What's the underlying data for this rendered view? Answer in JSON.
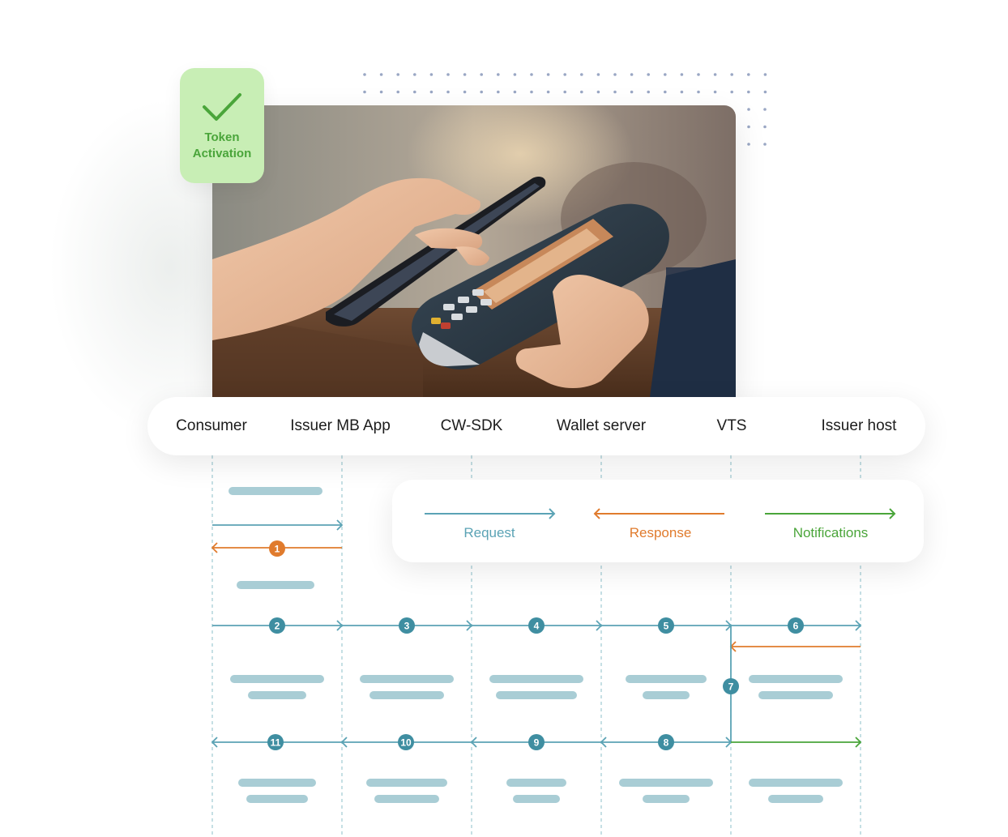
{
  "badge": {
    "line1": "Token",
    "line2": "Activation",
    "color": "#4aa53a",
    "bg": "#c8eeb5"
  },
  "lanes": [
    "Consumer",
    "Issuer MB App",
    "CW-SDK",
    "Wallet server",
    "VTS",
    "Issuer host"
  ],
  "legend": {
    "request": "Request",
    "response": "Response",
    "notifications": "Notifications"
  },
  "colors": {
    "request": "#5ba3b5",
    "response": "#e07b2d",
    "notification": "#4aa53a",
    "step_badge": "#3f8ea1",
    "placeholder": "#a9cdd5"
  },
  "steps": [
    {
      "n": "1",
      "type": "response"
    },
    {
      "n": "2",
      "type": "request"
    },
    {
      "n": "3",
      "type": "request"
    },
    {
      "n": "4",
      "type": "request"
    },
    {
      "n": "5",
      "type": "request"
    },
    {
      "n": "6",
      "type": "request"
    },
    {
      "n": "7",
      "type": "request"
    },
    {
      "n": "8",
      "type": "request"
    },
    {
      "n": "9",
      "type": "request"
    },
    {
      "n": "10",
      "type": "request"
    },
    {
      "n": "11",
      "type": "request"
    }
  ]
}
